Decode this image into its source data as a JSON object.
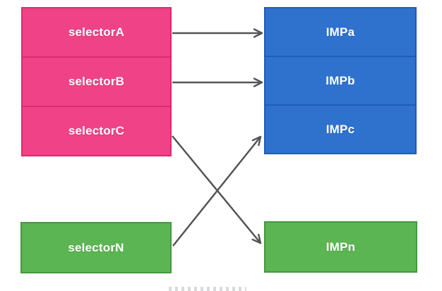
{
  "diagram": {
    "title": "",
    "background_color": "#ffffff",
    "arrow_color": "#555555"
  },
  "nodes": {
    "selectorA": {
      "label": "selectorA",
      "fill": "#f04387",
      "border": "#da2a72"
    },
    "selectorB": {
      "label": "selectorB",
      "fill": "#f04387",
      "border": "#da2a72"
    },
    "selectorC": {
      "label": "selectorC",
      "fill": "#f04387",
      "border": "#da2a72"
    },
    "selectorN": {
      "label": "selectorN",
      "fill": "#5cb553",
      "border": "#43993c"
    },
    "IMPa": {
      "label": "IMPa",
      "fill": "#2f72ce",
      "border": "#1f5cb4"
    },
    "IMPb": {
      "label": "IMPb",
      "fill": "#2f72ce",
      "border": "#1f5cb4"
    },
    "IMPc": {
      "label": "IMPc",
      "fill": "#2f72ce",
      "border": "#1f5cb4"
    },
    "IMPn": {
      "label": "IMPn",
      "fill": "#5cb553",
      "border": "#43993c"
    }
  },
  "connections": [
    {
      "from": "selectorA",
      "to": "IMPa"
    },
    {
      "from": "selectorB",
      "to": "IMPb"
    },
    {
      "from": "selectorC",
      "to": "IMPn"
    },
    {
      "from": "selectorN",
      "to": "IMPc"
    }
  ],
  "watermark": {
    "text": "",
    "legible": false
  }
}
